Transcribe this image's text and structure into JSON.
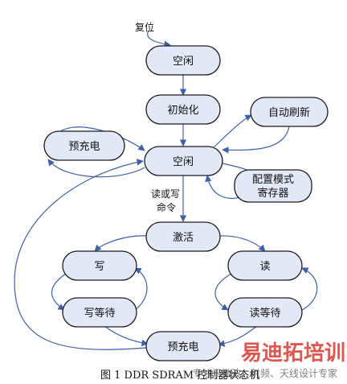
{
  "caption": "图 1 DDR SDRAM 控制器状态机",
  "watermark": {
    "brand": "易迪拓培训",
    "tagline": "专注于微波、射频、天线设计专家"
  },
  "labels": {
    "reset": "复位",
    "read_write_cmd_line1": "读或写",
    "read_write_cmd_line2": "命令"
  },
  "nodes": {
    "idle_top": "空闲",
    "init": "初始化",
    "auto_refresh": "自动刷新",
    "precharge_left": "预充电",
    "idle_main": "空闲",
    "mode_reg_line1": "配置模式",
    "mode_reg_line2": "寄存器",
    "activate": "激活",
    "write": "写",
    "read": "读",
    "write_wait": "写等待",
    "read_wait": "读等待",
    "precharge_bottom": "预充电"
  },
  "colors": {
    "node_fill": "#e3e8f6",
    "edge": "#3f5fa7",
    "watermark": "#d8453c"
  }
}
